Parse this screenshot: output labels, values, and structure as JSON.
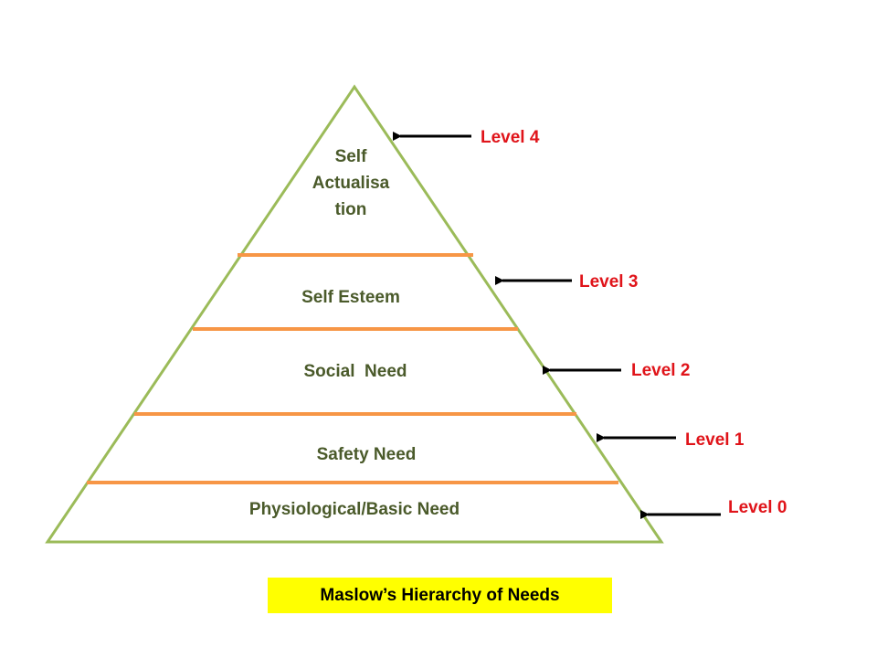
{
  "tiers": {
    "level4": [
      "Self",
      "Actualisa",
      "tion"
    ],
    "level3": "Self Esteem",
    "level2": "Social  Need",
    "level1": "Safety Need",
    "level0": "Physiological/Basic Need"
  },
  "levels": {
    "level4": "Level 4",
    "level3": "Level 3",
    "level2": "Level 2",
    "level1": "Level 1",
    "level0": "Level 0"
  },
  "caption": "Maslow’s Hierarchy of Needs",
  "colors": {
    "outline": "#9bbb59",
    "divider": "#f79646",
    "tier_text": "#4a5a2a",
    "level_text": "#e0141a",
    "arrow": "#000000",
    "caption_bg": "#ffff00"
  }
}
